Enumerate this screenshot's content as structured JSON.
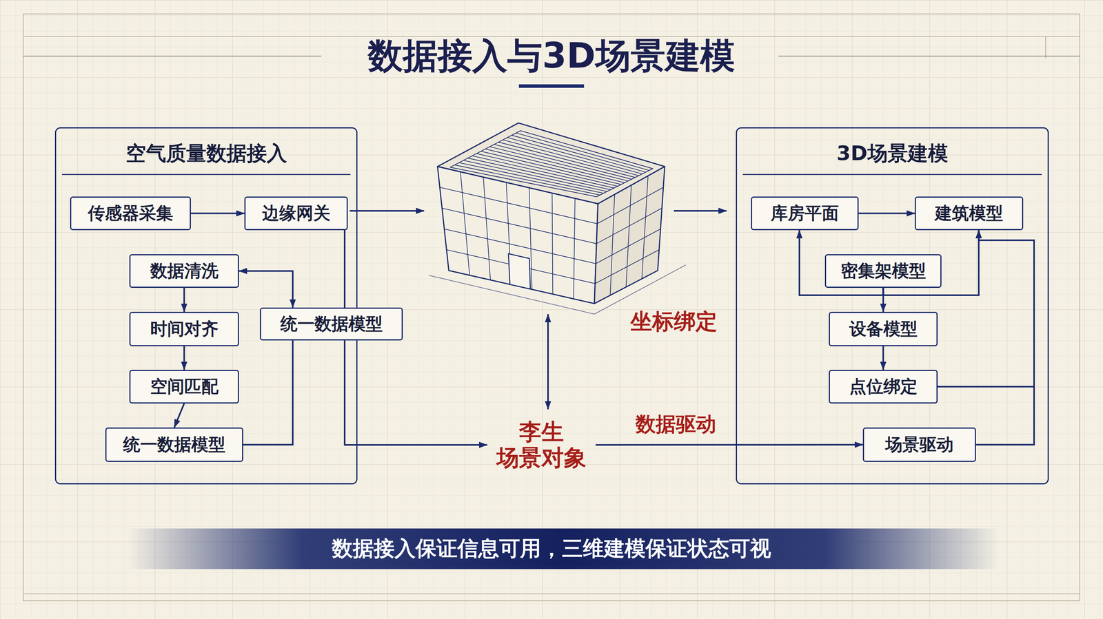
{
  "diagram": {
    "title": "数据接入与3D场景建模",
    "caption": "数据接入保证信息可用，三维建模保证状态可视",
    "nodes": [
      {
        "text": [
          "空气质量数据接入"
        ]
      },
      {
        "text": [
          "传感器采集"
        ],
        "in": 0
      },
      {
        "text": [
          "边缘网关"
        ],
        "in": 0
      },
      {
        "text": [
          "数据清洗"
        ],
        "in": 0
      },
      {
        "text": [
          "统一数据模型"
        ],
        "in": 0
      },
      {
        "text": [
          "时间对齐"
        ],
        "in": 0
      },
      {
        "text": [
          "空间匹配"
        ],
        "in": 0
      },
      {
        "text": [
          "统一数据模型"
        ],
        "in": 0
      },
      {
        "text": [
          "李生 场景对象"
        ]
      },
      {
        "text": [
          "3D场景建模"
        ]
      },
      {
        "text": [
          "库房平面"
        ],
        "in": 9
      },
      {
        "text": [
          "建筑模型"
        ],
        "in": 9
      },
      {
        "text": [
          "密集架模型"
        ],
        "in": 9
      },
      {
        "text": [
          "设备模型"
        ],
        "in": 9
      },
      {
        "text": [
          "点位绑定"
        ],
        "in": 9
      },
      {
        "text": [
          "场景驱动"
        ],
        "in": 9
      }
    ],
    "edges": [
      {
        "from": 1,
        "to": 2,
        "arrow": "to"
      },
      {
        "from": 3,
        "to": 4,
        "arrow": "both"
      },
      {
        "from": 3,
        "to": 5,
        "arrow": "to"
      },
      {
        "from": 5,
        "to": 6,
        "arrow": "to"
      },
      {
        "from": 6,
        "to": 7,
        "arrow": "to"
      },
      {
        "from": 7,
        "to": 4,
        "arrow": "none"
      },
      {
        "from": 2,
        "to": 8,
        "arrow": "to"
      },
      {
        "from": 8,
        "to": 15,
        "label": "数据驱动",
        "arrow": "to"
      },
      {
        "from": 10,
        "to": 11,
        "arrow": "to"
      },
      {
        "from": 12,
        "to": 10,
        "arrow": "to"
      },
      {
        "from": 12,
        "to": 11,
        "arrow": "to"
      },
      {
        "from": 12,
        "to": 13,
        "arrow": "to"
      },
      {
        "from": 13,
        "to": 14,
        "arrow": "to"
      },
      {
        "from": 14,
        "to": 11,
        "arrow": "to"
      },
      {
        "from": 15,
        "to": 11,
        "arrow": "to"
      }
    ],
    "labels": [
      "坐标绑定"
    ]
  }
}
